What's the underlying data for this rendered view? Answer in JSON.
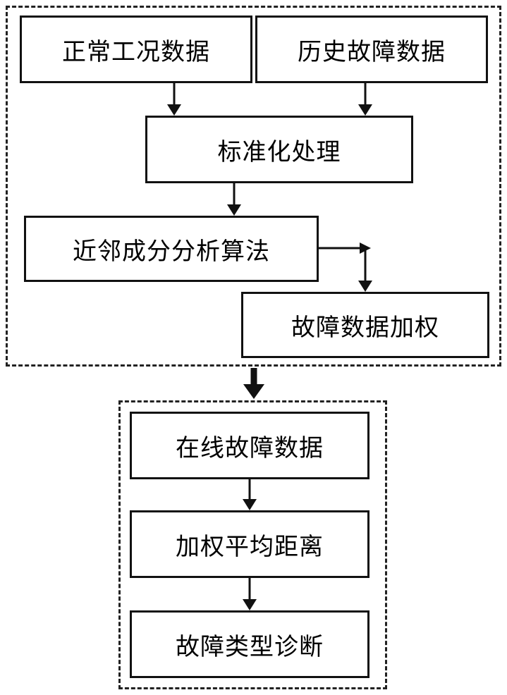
{
  "groups": {
    "training": {
      "normal_data": "正常工况数据",
      "history_fault_data": "历史故障数据",
      "standardize": "标准化处理",
      "nca": "近邻成分分析算法",
      "fault_weighting": "故障数据加权"
    },
    "diagnosis": {
      "online_fault_data": "在线故障数据",
      "weighted_distance": "加权平均距离",
      "fault_type_diagnosis": "故障类型诊断"
    }
  }
}
